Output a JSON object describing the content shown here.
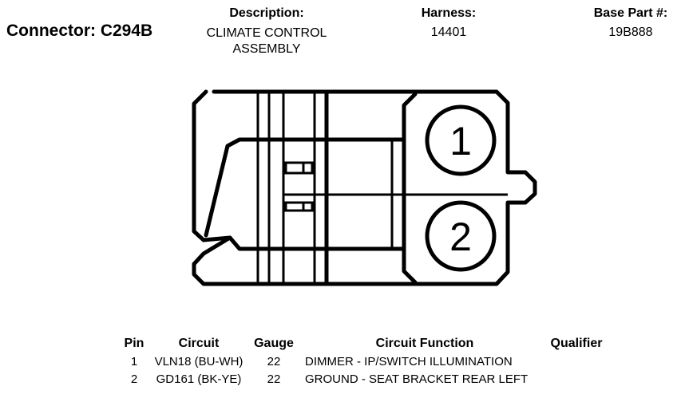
{
  "connector": {
    "label": "Connector: C294B"
  },
  "description": {
    "heading": "Description:",
    "line1": "CLIMATE CONTROL",
    "line2": "ASSEMBLY"
  },
  "harness": {
    "heading": "Harness:",
    "value": "14401"
  },
  "base_part": {
    "heading": "Base Part #:",
    "value": "19B888"
  },
  "diagram": {
    "pin1_label": "1",
    "pin2_label": "2"
  },
  "pin_table": {
    "headers": {
      "pin": "Pin",
      "circuit": "Circuit",
      "gauge": "Gauge",
      "function": "Circuit Function",
      "qualifier": "Qualifier"
    },
    "rows": [
      {
        "pin": "1",
        "circuit": "VLN18 (BU-WH)",
        "gauge": "22",
        "function": "DIMMER - IP/SWITCH ILLUMINATION",
        "qualifier": ""
      },
      {
        "pin": "2",
        "circuit": "GD161 (BK-YE)",
        "gauge": "22",
        "function": "GROUND - SEAT BRACKET REAR LEFT",
        "qualifier": ""
      }
    ]
  }
}
